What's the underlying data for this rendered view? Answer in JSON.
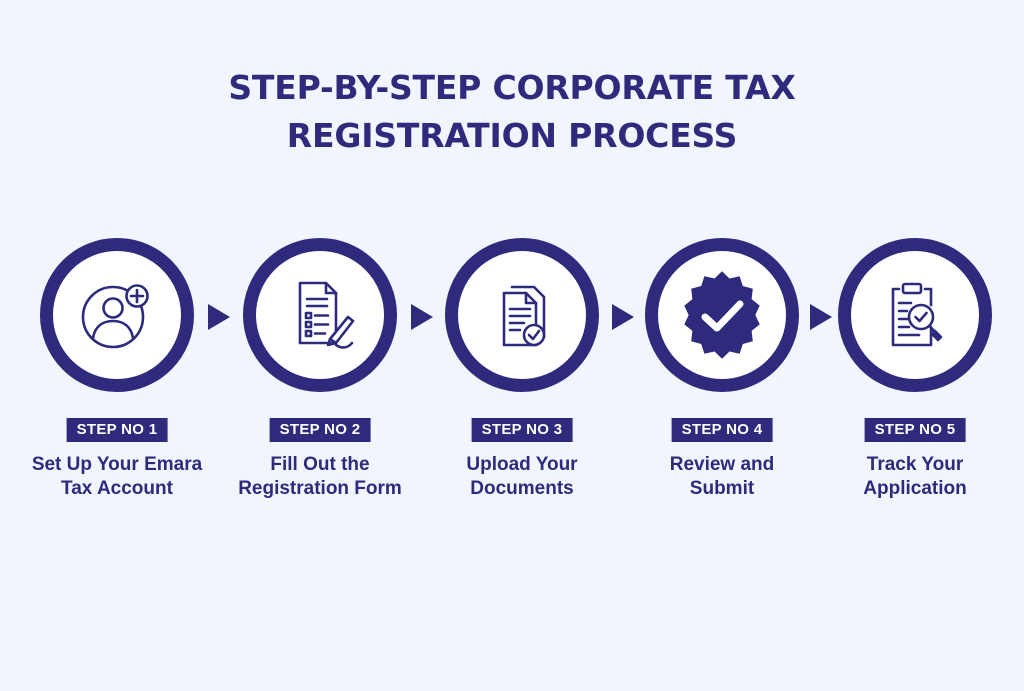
{
  "title": {
    "line1": "STEP-BY-STEP CORPORATE TAX",
    "line2": "REGISTRATION PROCESS"
  },
  "steps": [
    {
      "badge": "STEP NO 1",
      "line1": "Set Up Your Emara",
      "line2": "Tax Account",
      "icon": "user-add-icon"
    },
    {
      "badge": "STEP NO 2",
      "line1": "Fill Out the",
      "line2": "Registration Form",
      "icon": "form-pen-icon"
    },
    {
      "badge": "STEP NO 3",
      "line1": "Upload Your",
      "line2": "Documents",
      "icon": "document-check-icon"
    },
    {
      "badge": "STEP NO 4",
      "line1": "Review and",
      "line2": "Submit",
      "icon": "verified-badge-icon"
    },
    {
      "badge": "STEP NO 5",
      "line1": "Track Your",
      "line2": "Application",
      "icon": "clipboard-search-icon"
    }
  ],
  "colors": {
    "primary": "#2e2a7c",
    "background": "#f1f5fd",
    "circle_fill": "#ffffff"
  }
}
